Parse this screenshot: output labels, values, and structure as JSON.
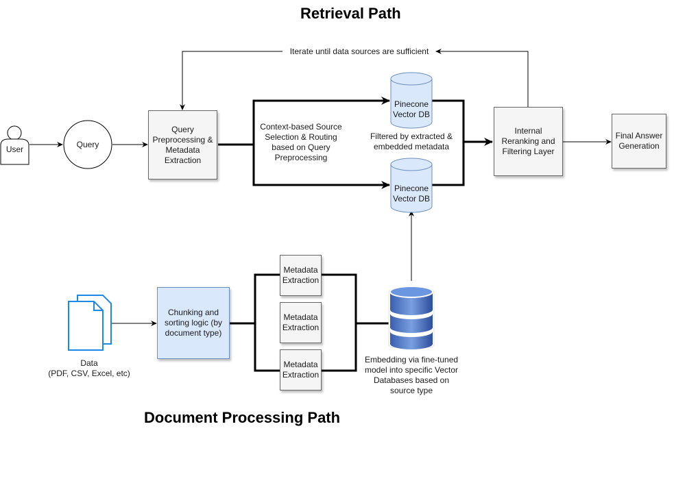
{
  "titles": {
    "retrieval": "Retrieval Path",
    "document": "Document Processing Path"
  },
  "retrieval": {
    "user": "User",
    "query": "Query",
    "preprocess": "Query Preprocessing & Metadata Extraction",
    "routing": "Context-based Source Selection & Routing based on Query Preprocessing",
    "db_top": "Pinecone Vector DB",
    "db_bottom": "Pinecone Vector DB",
    "filter_note": "Filtered by extracted & embedded metadata",
    "rerank": "Internal Reranking and Filtering Layer",
    "final": "Final Answer Generation",
    "loop_label": "Iterate until data sources are sufficient"
  },
  "document": {
    "data_label": "Data",
    "data_sub": "(PDF, CSV, Excel, etc)",
    "chunking": "Chunking and sorting logic (by document type)",
    "meta": [
      "Metadata Extraction",
      "Metadata Extraction",
      "Metadata Extraction"
    ],
    "embedding": "Embedding via fine-tuned model into specific Vector Databases based on source type"
  }
}
